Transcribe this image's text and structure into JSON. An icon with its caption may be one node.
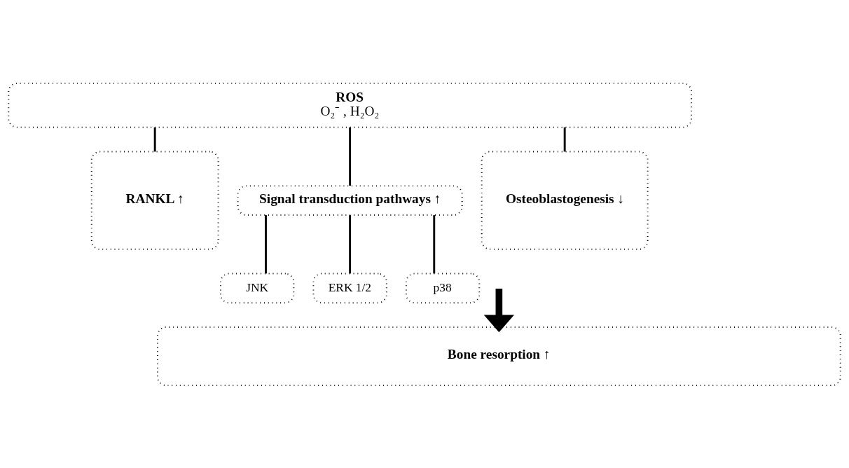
{
  "diagram": {
    "nodes": [
      {
        "text": [
          "ROS",
          "O₂⁻ , H₂O₂"
        ]
      },
      {
        "text": [
          "RANKL ↑"
        ]
      },
      {
        "text": [
          "Signal transduction pathways ↑"
        ]
      },
      {
        "text": [
          "JNK"
        ]
      },
      {
        "text": [
          "ERK 1/2"
        ]
      },
      {
        "text": [
          "p38"
        ]
      },
      {
        "text": [
          "Osteoblastogenesis ↓"
        ]
      },
      {
        "text": [
          "Bone resorption ↑"
        ]
      }
    ],
    "edges": [
      {
        "from": 0,
        "to": 1,
        "arrow": "none"
      },
      {
        "from": 0,
        "to": 2,
        "arrow": "none"
      },
      {
        "from": 0,
        "to": 6,
        "arrow": "none"
      },
      {
        "from": 2,
        "to": 3,
        "arrow": "none"
      },
      {
        "from": 2,
        "to": 4,
        "arrow": "none"
      },
      {
        "from": 2,
        "to": 5,
        "arrow": "none"
      },
      {
        "from": null,
        "to": 7,
        "arrow": "to",
        "style": "thick"
      }
    ]
  }
}
